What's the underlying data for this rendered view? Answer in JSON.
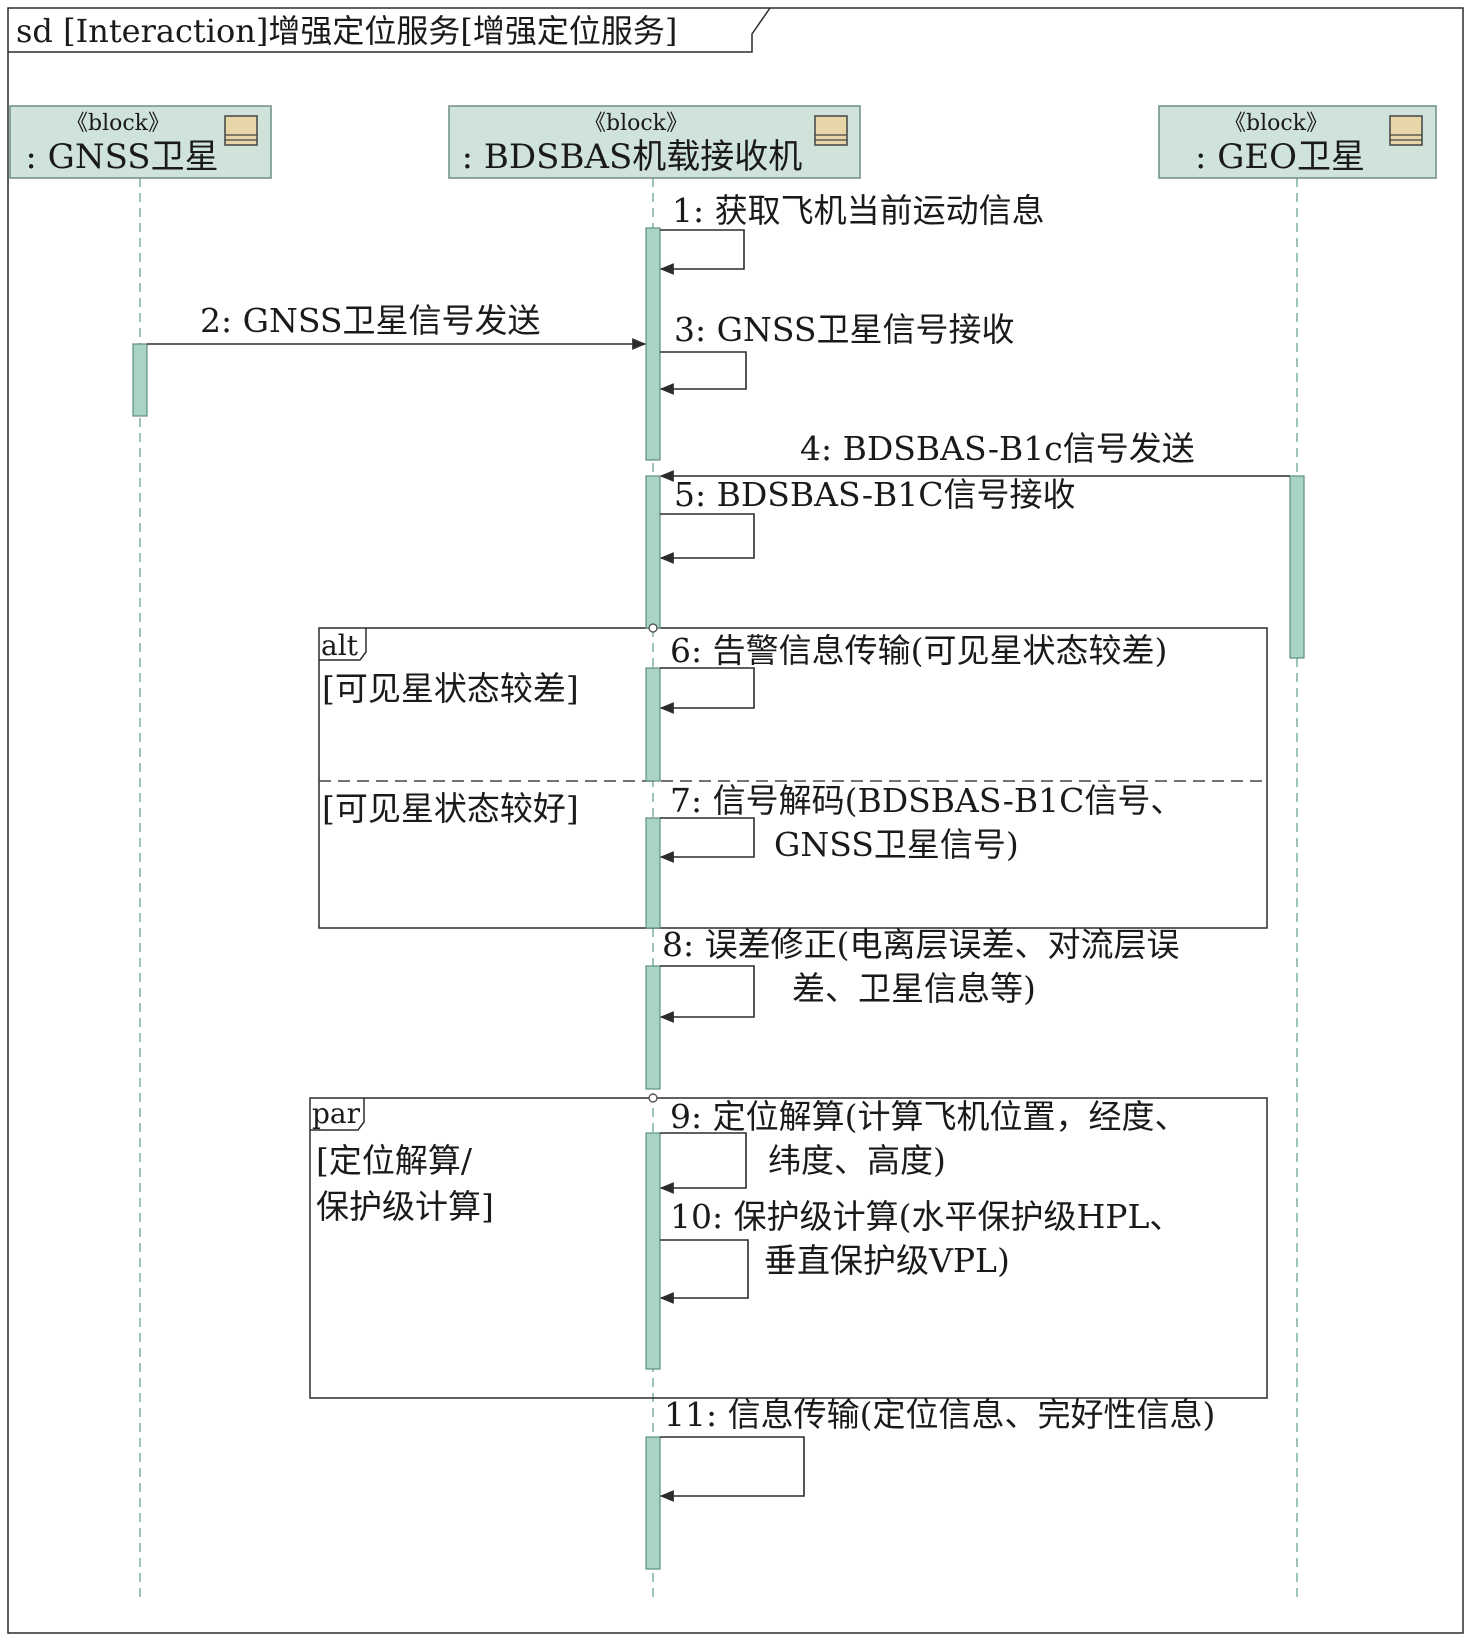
{
  "frame": {
    "title": "sd [Interaction]增强定位服务[增强定位服务]"
  },
  "colors": {
    "head_fill": "#cfe3da",
    "activation": "#a9d3c2",
    "line": "#2b2b2b",
    "lifeline": "#7fb0a0"
  },
  "lifelines": [
    {
      "stereotype": "《block》",
      "name": ": GNSS卫星"
    },
    {
      "stereotype": "《block》",
      "name": ": BDSBAS机载接收机"
    },
    {
      "stereotype": "《block》",
      "name": ": GEO卫星"
    }
  ],
  "messages": [
    {
      "lines": [
        "1: 获取飞机当前运动信息"
      ]
    },
    {
      "lines": [
        "2: GNSS卫星信号发送"
      ]
    },
    {
      "lines": [
        "3: GNSS卫星信号接收"
      ]
    },
    {
      "lines": [
        "4: BDSBAS-B1c信号发送"
      ]
    },
    {
      "lines": [
        "5: BDSBAS-B1C信号接收"
      ]
    },
    {
      "lines": [
        "6: 告警信息传输(可见星状态较差)"
      ]
    },
    {
      "lines": [
        "7: 信号解码(BDSBAS-B1C信号、",
        "GNSS卫星信号)"
      ]
    },
    {
      "lines": [
        "8: 误差修正(电离层误差、对流层误",
        "差、卫星信息等)"
      ]
    },
    {
      "lines": [
        "9: 定位解算(计算飞机位置，经度、",
        "纬度、高度)"
      ]
    },
    {
      "lines": [
        "10: 保护级计算(水平保护级HPL、",
        "垂直保护级VPL)"
      ]
    },
    {
      "lines": [
        "11: 信息传输(定位信息、完好性信息)"
      ]
    }
  ],
  "fragments": [
    {
      "operator": "alt",
      "guards": [
        [
          "[可见星状态较差]"
        ],
        [
          "[可见星状态较好]"
        ]
      ]
    },
    {
      "operator": "par",
      "guards": [
        [
          "[定位解算/",
          "保护级计算]"
        ]
      ]
    }
  ]
}
